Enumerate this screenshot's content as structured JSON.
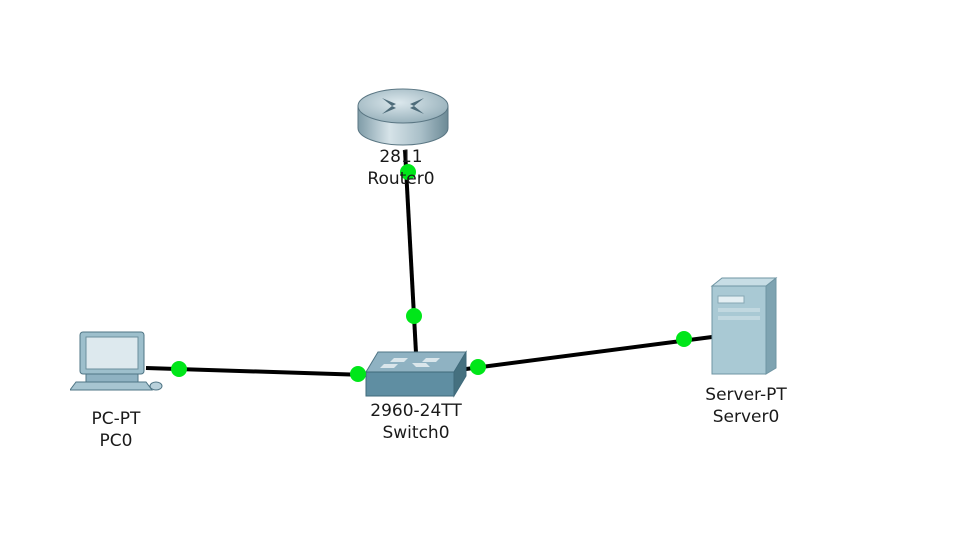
{
  "colors": {
    "background": "#ffffff",
    "link": "#000000",
    "link_up_dot": "#00e619",
    "label_text": "#1a1a1a"
  },
  "devices": {
    "router": {
      "model": "2811",
      "name": "Router0",
      "icon": "router-icon"
    },
    "switch": {
      "model": "2960-24TT",
      "name": "Switch0",
      "icon": "switch-icon"
    },
    "pc": {
      "model": "PC-PT",
      "name": "PC0",
      "icon": "pc-icon"
    },
    "server": {
      "model": "Server-PT",
      "name": "Server0",
      "icon": "server-icon"
    }
  },
  "links": [
    {
      "from": "Router0",
      "to": "Switch0",
      "status": "up"
    },
    {
      "from": "PC0",
      "to": "Switch0",
      "status": "up"
    },
    {
      "from": "Switch0",
      "to": "Server0",
      "status": "up"
    }
  ]
}
